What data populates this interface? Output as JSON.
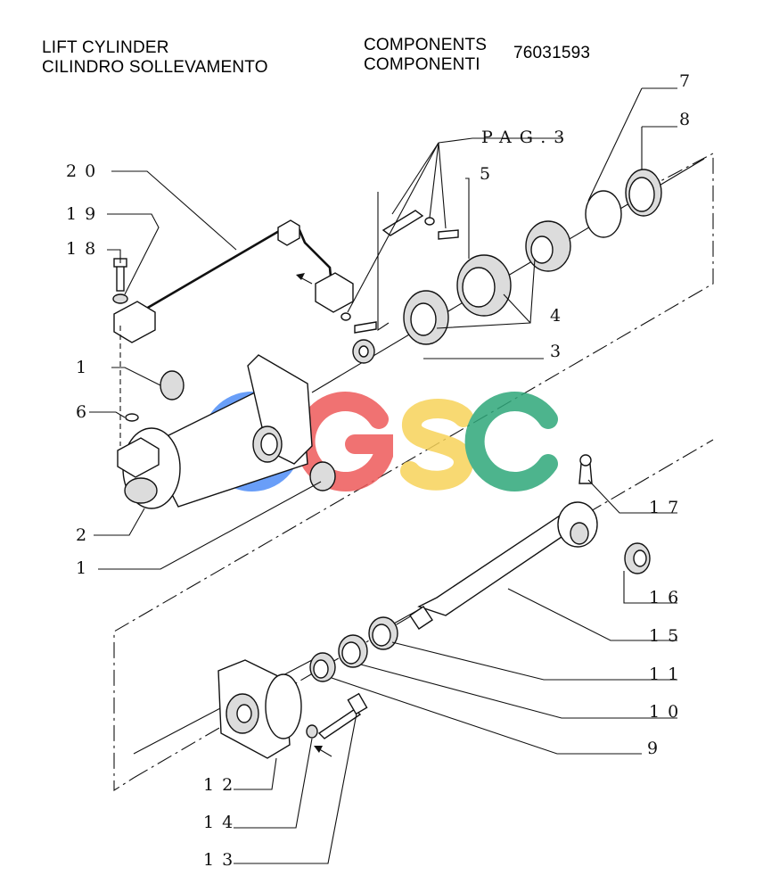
{
  "header": {
    "title_en": "LIFT CYLINDER",
    "title_it": "CILINDRO SOLLEVAMENTO",
    "section_en": "COMPONENTS",
    "section_it": "COMPONENTI",
    "part_code": "76031593"
  },
  "watermark": {
    "text": "CGSC",
    "colors": [
      "#4f8ef7",
      "#ee5a5a",
      "#f7d35a",
      "#2fa77a"
    ]
  },
  "callouts": {
    "c20": "20",
    "c19": "19",
    "c18": "18",
    "c1a": "1",
    "c6": "6",
    "c2": "2",
    "c1b": "1",
    "pag": "PAG.3",
    "c5": "5",
    "c7": "7",
    "c8": "8",
    "c4": "4",
    "c3": "3",
    "c17": "17",
    "c16": "16",
    "c15": "15",
    "c11": "11",
    "c10": "10",
    "c9": "9",
    "c12": "12",
    "c14": "14",
    "c13": "13"
  }
}
